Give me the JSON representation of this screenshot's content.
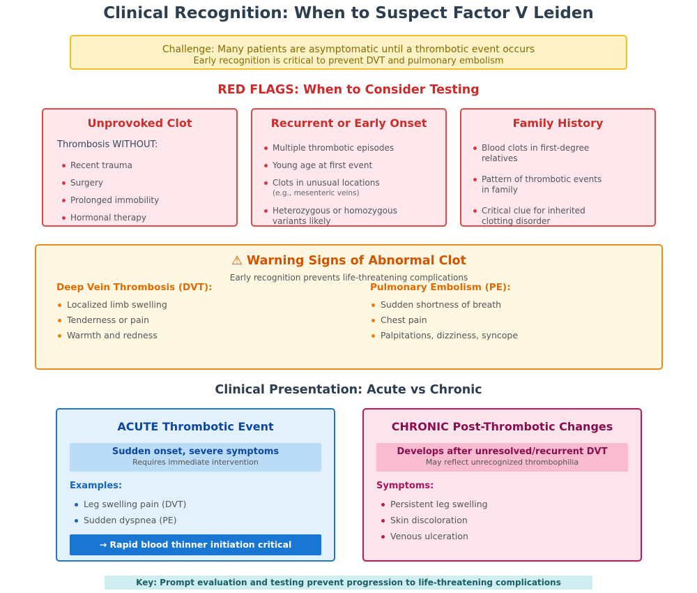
{
  "title": "Clinical Recognition: When to Suspect Factor V Leiden",
  "challenge": {
    "line1": "Challenge: Many patients are asymptomatic until a thrombotic event occurs",
    "line2": "Early recognition is critical to prevent DVT and pulmonary embolism"
  },
  "red_flags": {
    "heading": "RED FLAGS: When to Consider Testing",
    "cards": [
      {
        "title": "Unprovoked Clot",
        "intro": "Thrombosis WITHOUT:",
        "items": [
          "Recent trauma",
          "Surgery",
          "Prolonged immobility",
          "Hormonal therapy"
        ]
      },
      {
        "title": "Recurrent or Early Onset",
        "items": [
          "Multiple thrombotic episodes",
          "Young age at first event",
          "Clots in unusual locations",
          "(e.g., mesenteric veins)",
          "Heterozygous or homozygous",
          "variants likely"
        ]
      },
      {
        "title": "Family History",
        "items": [
          "Blood clots in first-degree",
          "relatives",
          "Pattern of thrombotic events",
          "in family",
          "Critical clue for inherited",
          "clotting disorder"
        ]
      }
    ]
  },
  "warning": {
    "title": "⚠ Warning Signs of Abnormal Clot",
    "subtitle": "Early recognition prevents life-threatening complications",
    "dvt": {
      "heading": "Deep Vein Thrombosis (DVT):",
      "items": [
        "Localized limb swelling",
        "Tenderness or pain",
        "Warmth and redness"
      ]
    },
    "pe": {
      "heading": "Pulmonary Embolism (PE):",
      "items": [
        "Sudden shortness of breath",
        "Chest pain",
        "Palpitations, dizziness, syncope"
      ]
    }
  },
  "presentation": {
    "heading": "Clinical Presentation: Acute vs Chronic",
    "acute": {
      "title": "ACUTE Thrombotic Event",
      "band_title": "Sudden onset, severe symptoms",
      "band_sub": "Requires immediate intervention",
      "section": "Examples:",
      "items": [
        "Leg swelling pain (DVT)",
        "Sudden dyspnea (PE)"
      ],
      "cta": "→ Rapid blood thinner initiation critical"
    },
    "chronic": {
      "title": "CHRONIC Post-Thrombotic Changes",
      "band_title": "Develops after unresolved/recurrent DVT",
      "band_sub": "May reflect unrecognized thrombophilia",
      "section": "Symptoms:",
      "items": [
        "Persistent leg swelling",
        "Skin discoloration",
        "Venous ulceration"
      ]
    }
  },
  "key": "Key: Prompt evaluation and testing prevent progression to life-threatening complications",
  "colors": {
    "red_flag_border": "#dc4a4a",
    "warning_border": "#ee8c1d",
    "acute_border": "#2377c2",
    "chronic_border": "#c2185b"
  }
}
